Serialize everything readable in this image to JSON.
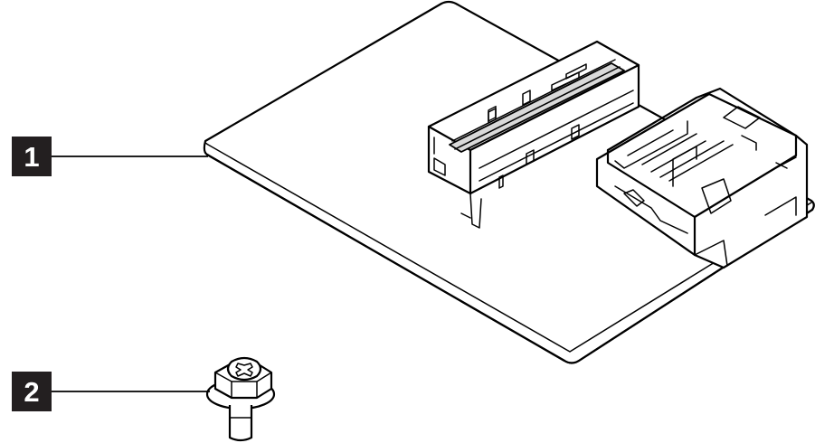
{
  "callouts": [
    {
      "label": "1",
      "part": "board"
    },
    {
      "label": "2",
      "part": "screw"
    }
  ],
  "colors": {
    "callout_bg": "#231f20",
    "callout_text": "#ffffff",
    "line": "#000000"
  }
}
